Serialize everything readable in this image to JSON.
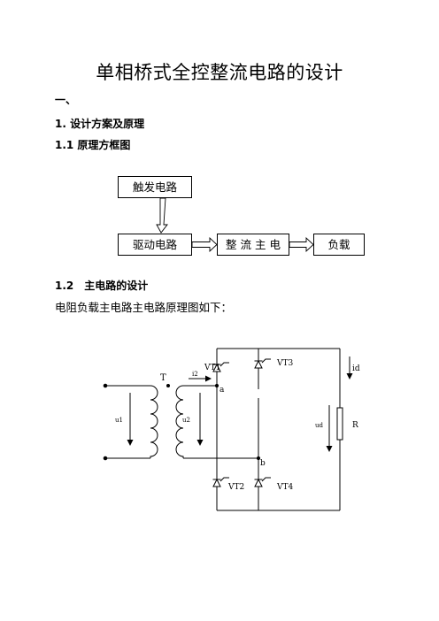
{
  "doc": {
    "title": "单相桥式全控整流电路的设计",
    "section_one": "一、",
    "heading_1": "1. 设计方案及原理",
    "heading_1_1": "1.1 原理方框图",
    "heading_1_2": "1.2　主电路的设计",
    "paragraph": "电阻负载主电路主电路原理图如下："
  },
  "block_diagram": {
    "trigger": "触发电路",
    "driver": "驱动电路",
    "rectifier": "整 流 主 电",
    "load": "负载"
  },
  "circuit": {
    "transformer": "T",
    "i2": "i2",
    "u1": "u1",
    "u2": "u2",
    "ud": "ud",
    "id": "id",
    "r": "R",
    "node_a": "a",
    "node_b": "b",
    "vt1": "VT1",
    "vt2": "VT2",
    "vt3": "VT3",
    "vt4": "VT4"
  }
}
